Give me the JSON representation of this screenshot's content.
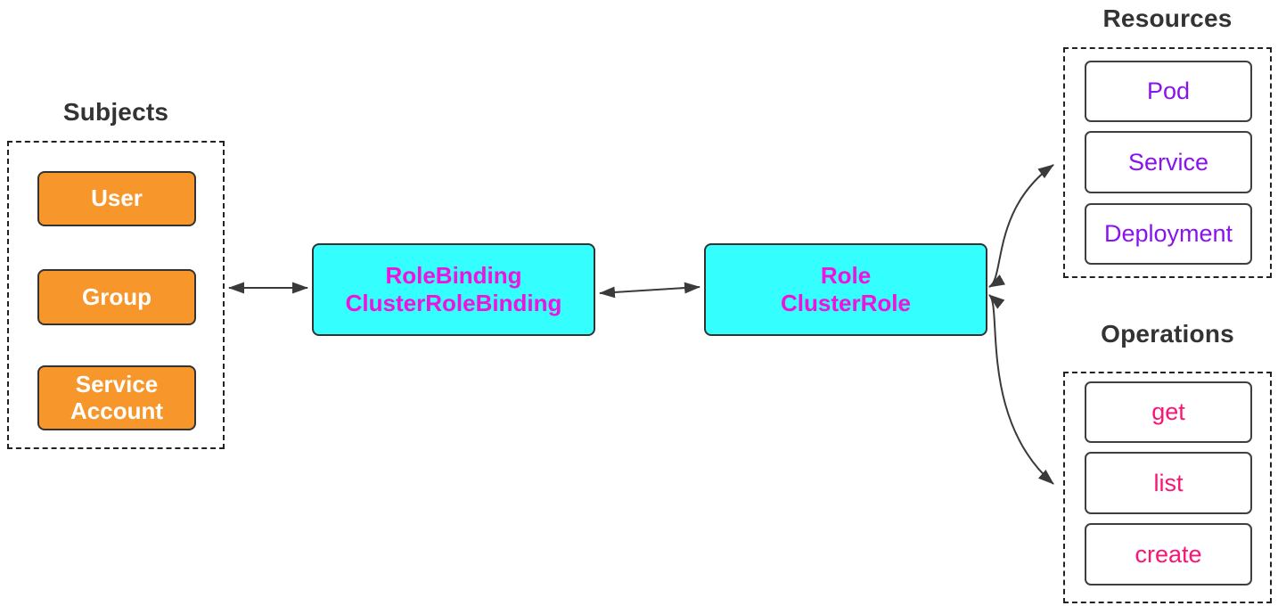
{
  "colors": {
    "subject_fill": "#F7972B",
    "binding_fill": "#35FEFE",
    "binding_text": "#F012DE",
    "resource_text": "#8812F0",
    "operation_text": "#FA1474",
    "line_color": "#3A3A3A",
    "title_color": "#333333"
  },
  "subjects": {
    "title": "Subjects",
    "items": [
      {
        "label": "User"
      },
      {
        "label": "Group"
      },
      {
        "label": "Service Account"
      }
    ]
  },
  "role_binding": {
    "lines": [
      "RoleBinding",
      "ClusterRoleBinding"
    ]
  },
  "role": {
    "lines": [
      "Role",
      "ClusterRole"
    ]
  },
  "resources": {
    "title": "Resources",
    "items": [
      {
        "label": "Pod"
      },
      {
        "label": "Service"
      },
      {
        "label": "Deployment"
      }
    ]
  },
  "operations": {
    "title": "Operations",
    "items": [
      {
        "label": "get"
      },
      {
        "label": "list"
      },
      {
        "label": "create"
      }
    ]
  }
}
